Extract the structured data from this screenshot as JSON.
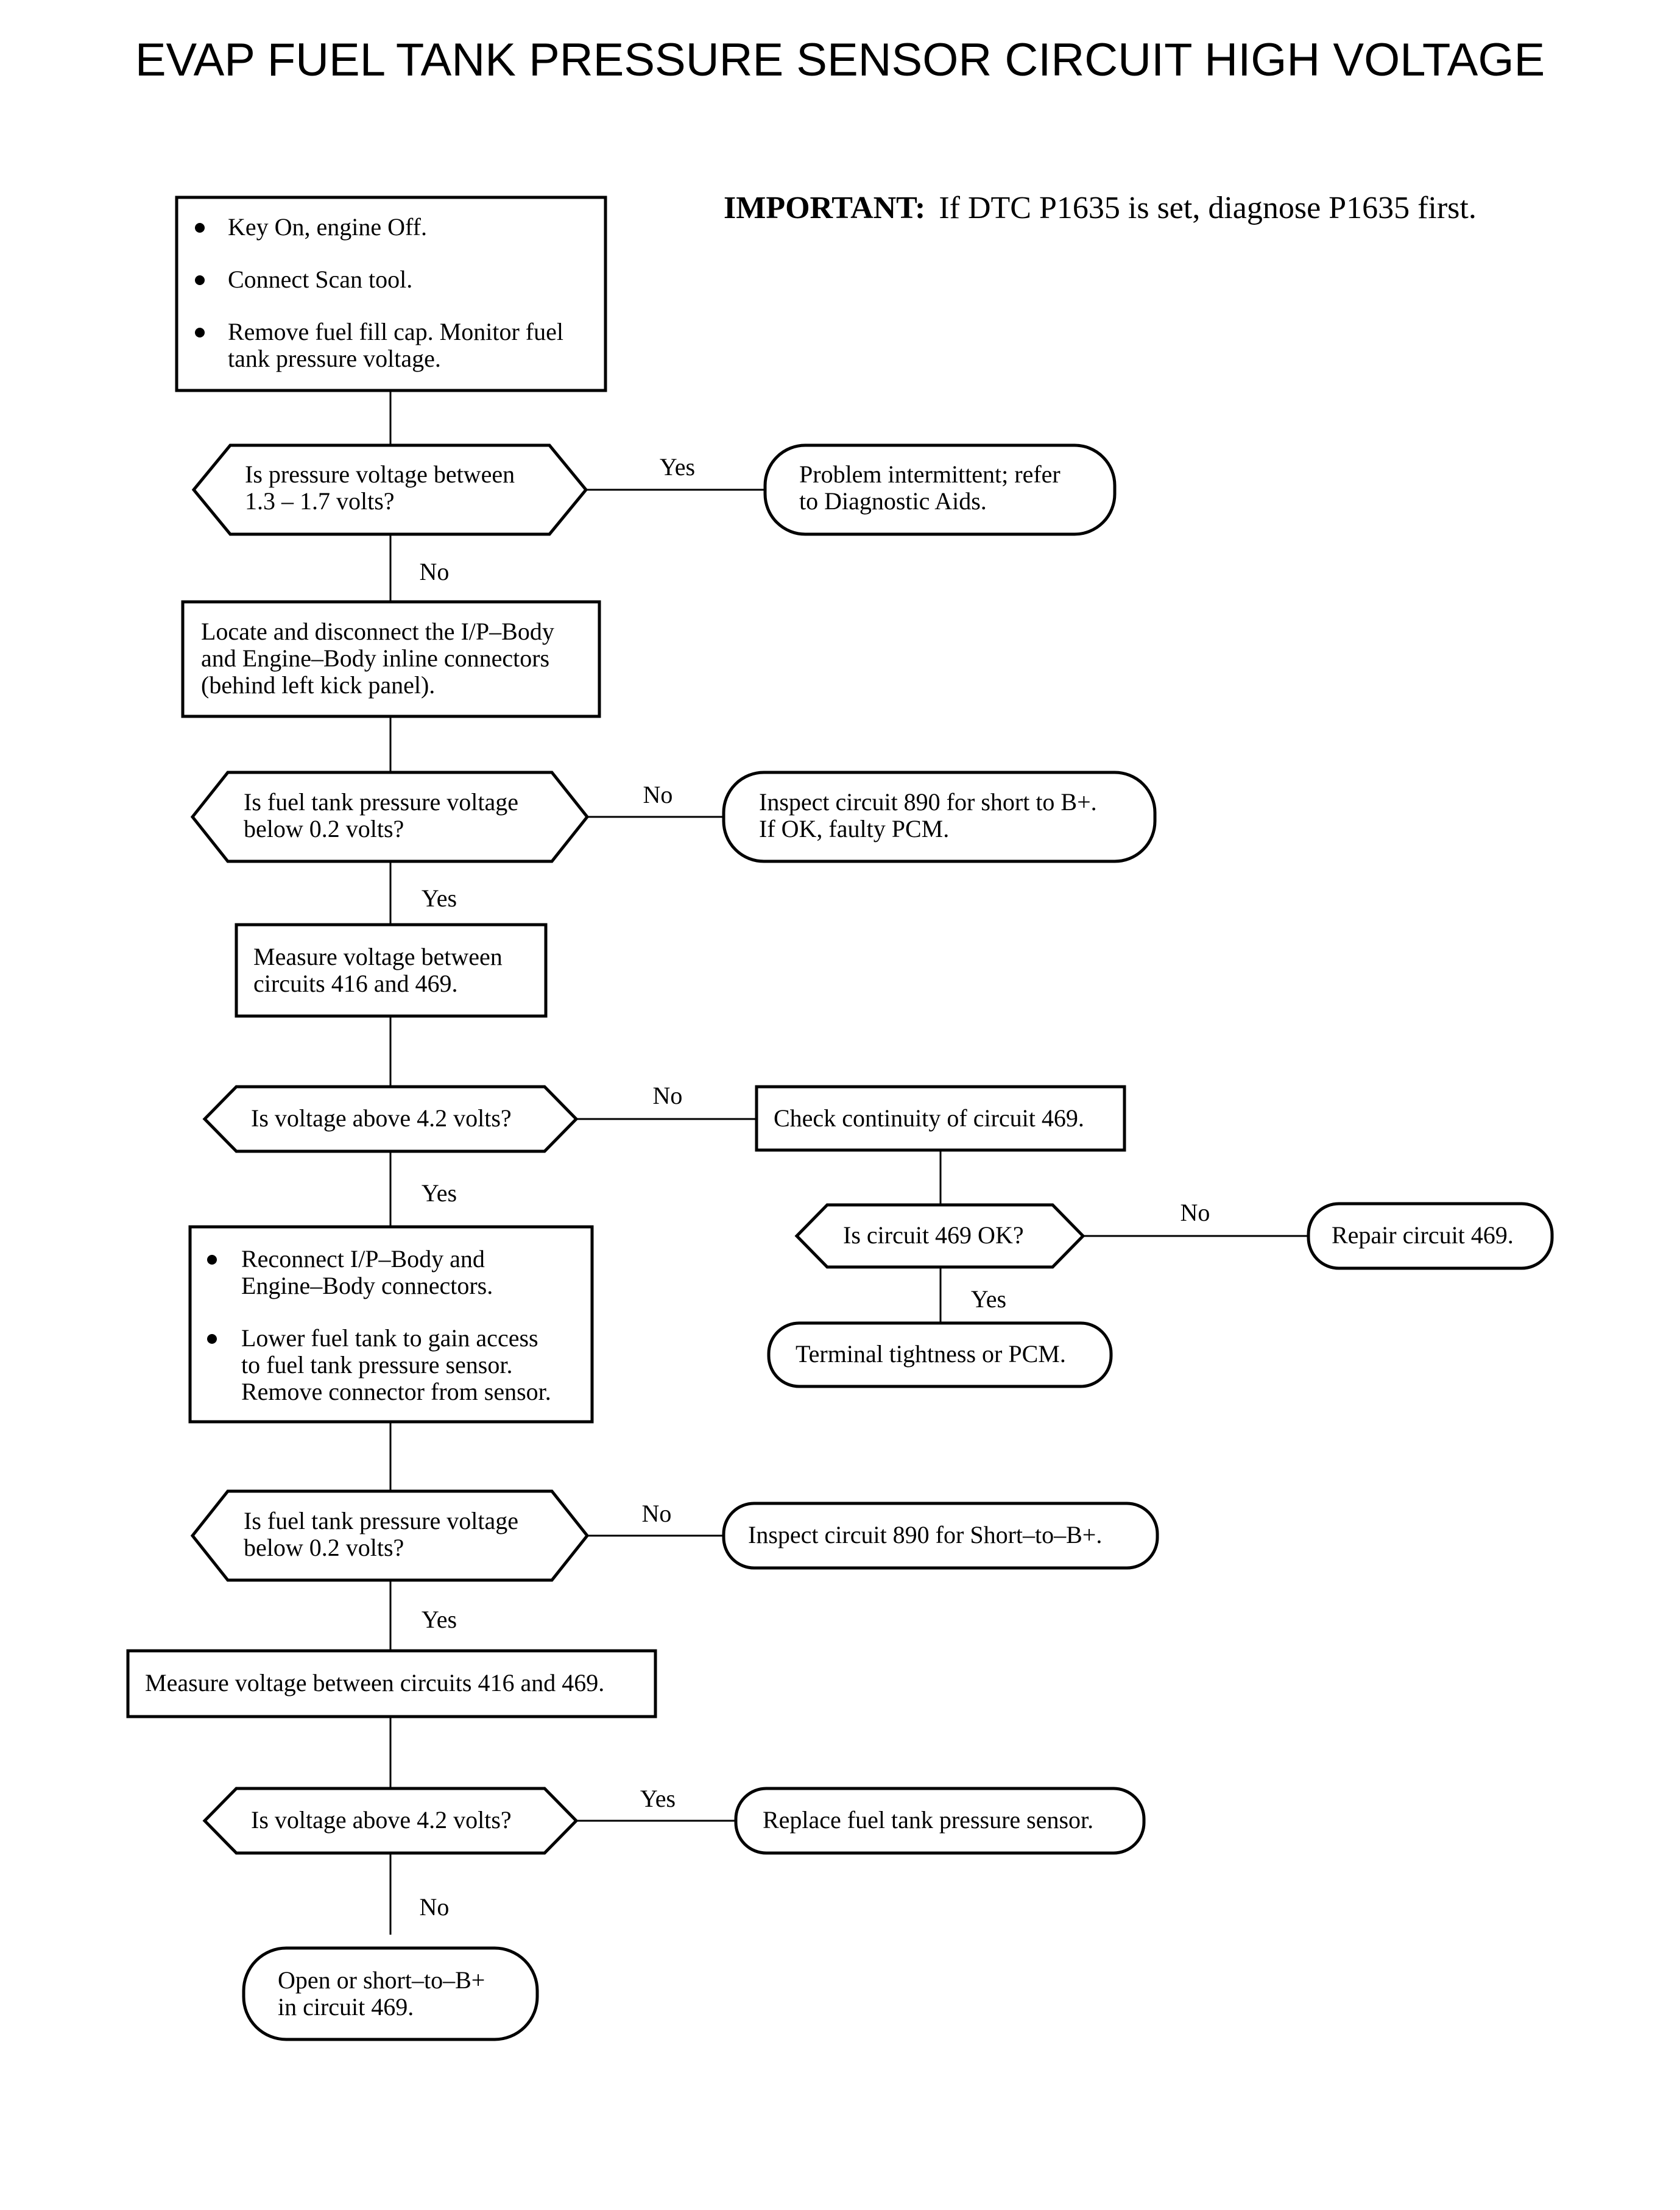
{
  "title": "EVAP FUEL TANK PRESSURE SENSOR CIRCUIT HIGH VOLTAGE",
  "important": {
    "label": "IMPORTANT:",
    "text": "If DTC P1635 is set, diagnose P1635 first."
  },
  "nodes": {
    "start": {
      "bullets": [
        [
          "Key On, engine Off."
        ],
        [
          "Connect Scan tool."
        ],
        [
          "Remove fuel fill cap. Monitor fuel",
          "tank pressure voltage."
        ]
      ]
    },
    "d1": [
      "Is pressure voltage between",
      "1.3 – 1.7 volts?"
    ],
    "r1": [
      "Problem intermittent; refer",
      "to Diagnostic Aids."
    ],
    "p2": [
      "Locate and disconnect the I/P–Body",
      "and Engine–Body inline connectors",
      "(behind left kick panel)."
    ],
    "d2": [
      "Is fuel tank pressure voltage",
      "below 0.2 volts?"
    ],
    "r2": [
      "Inspect circuit 890 for short to B+.",
      "If OK, faulty PCM."
    ],
    "p3": [
      "Measure voltage between",
      "circuits 416 and 469."
    ],
    "d3": [
      "Is voltage above 4.2 volts?"
    ],
    "p4": [
      "Check continuity of circuit 469."
    ],
    "d4": [
      "Is circuit 469 OK?"
    ],
    "r3": [
      "Repair circuit 469."
    ],
    "r4": [
      "Terminal tightness or PCM."
    ],
    "p5": {
      "bullets": [
        [
          "Reconnect I/P–Body and",
          "Engine–Body connectors."
        ],
        [
          "Lower fuel tank to gain access",
          "to fuel tank pressure sensor.",
          "Remove connector from sensor."
        ]
      ]
    },
    "d5": [
      "Is fuel tank pressure voltage",
      "below 0.2 volts?"
    ],
    "r5": [
      "Inspect circuit 890 for Short–to–B+."
    ],
    "p6": [
      "Measure voltage between circuits 416 and 469."
    ],
    "d6": [
      "Is voltage above 4.2 volts?"
    ],
    "r6": [
      "Replace fuel tank pressure sensor."
    ],
    "r7": [
      "Open or short–to–B+",
      "in circuit 469."
    ]
  },
  "edges": {
    "d1_yes": "Yes",
    "d1_no": "No",
    "d2_no": "No",
    "d2_yes": "Yes",
    "d3_no": "No",
    "d3_yes": "Yes",
    "d4_no": "No",
    "d4_yes": "Yes",
    "d5_no": "No",
    "d5_yes": "Yes",
    "d6_yes": "Yes",
    "d6_no": "No"
  }
}
